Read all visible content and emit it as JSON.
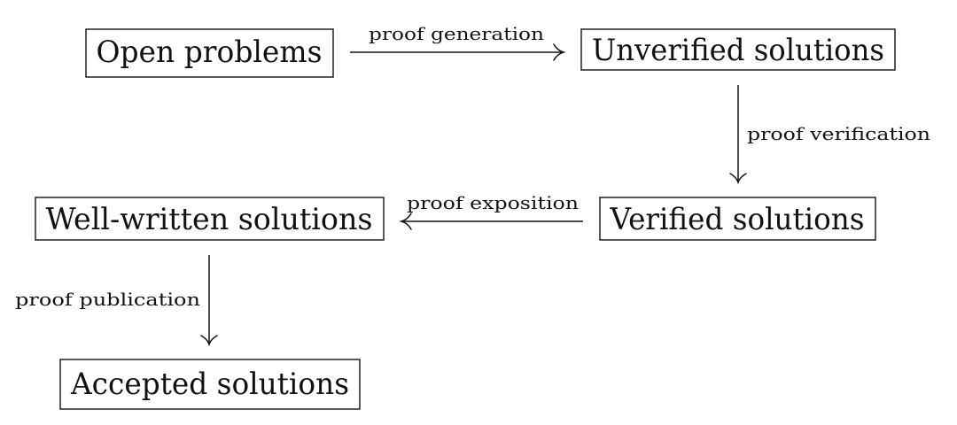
{
  "nodes": {
    "open_problems": "Open problems",
    "unverified_solutions": "Unverified solutions",
    "verified_solutions": "Verified solutions",
    "well_written_solutions": "Well-written solutions",
    "accepted_solutions": "Accepted solutions"
  },
  "edges": {
    "proof_generation": "proof generation",
    "proof_verification": "proof verification",
    "proof_exposition": "proof exposition",
    "proof_publication": "proof publication"
  }
}
